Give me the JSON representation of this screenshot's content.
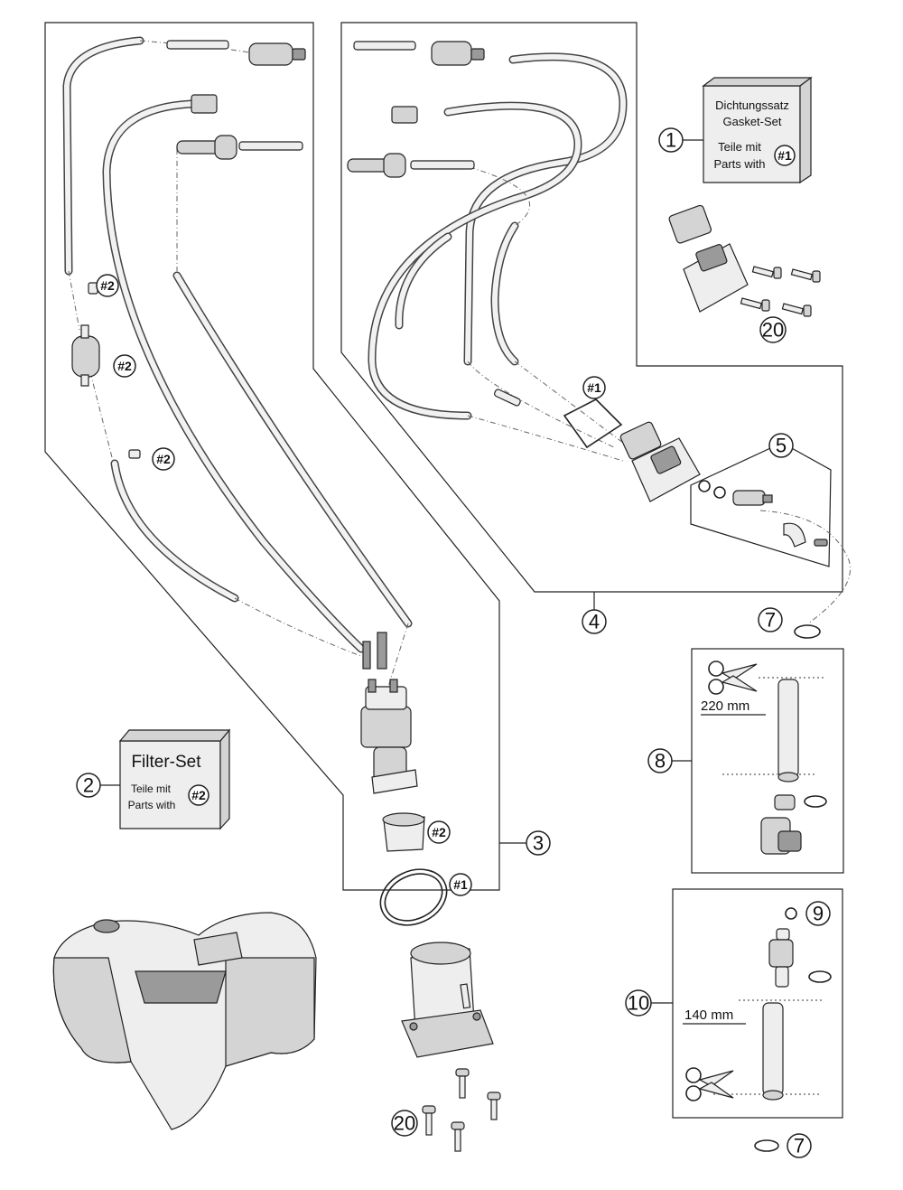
{
  "gasket_set": {
    "title_de": "Dichtungssatz",
    "title_en": "Gasket-Set",
    "parts_de": "Teile mit",
    "parts_en": "Parts with",
    "ref": "#1"
  },
  "filter_set": {
    "title": "Filter-Set",
    "parts_de": "Teile mit",
    "parts_en": "Parts with",
    "ref": "#2"
  },
  "callouts": {
    "c1": "1",
    "c2": "2",
    "c3": "3",
    "c4": "4",
    "c5": "5",
    "c7a": "7",
    "c7b": "7",
    "c8": "8",
    "c9": "9",
    "c10": "10",
    "c20a": "20",
    "c20b": "20"
  },
  "refs": {
    "r2_clip_a": "#2",
    "r2_filter": "#2",
    "r2_clip_b": "#2",
    "r2_strainer": "#2",
    "r1_oring": "#1",
    "r1_flange_gasket": "#1"
  },
  "dimensions": {
    "hose_8": "220 mm",
    "hose_10": "140 mm"
  }
}
